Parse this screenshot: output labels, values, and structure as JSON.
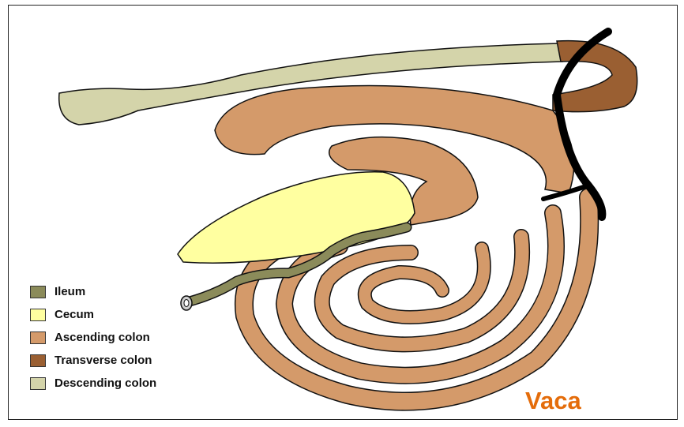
{
  "legend": [
    {
      "label": "Ileum",
      "color": "#8B8B5A"
    },
    {
      "label": "Cecum",
      "color": "#FFFFA0"
    },
    {
      "label": "Ascending colon",
      "color": "#D49A6A"
    },
    {
      "label": "Transverse colon",
      "color": "#9A5F32"
    },
    {
      "label": "Descending colon",
      "color": "#D4D4AA"
    }
  ],
  "caption": "Vaca",
  "colors": {
    "outline": "#111111",
    "ileum": "#8B8B5A",
    "cecum": "#FFFFA0",
    "ascending": "#D49A6A",
    "transverse": "#9A5F32",
    "descending": "#D4D4AA",
    "vessel": "#000000"
  }
}
